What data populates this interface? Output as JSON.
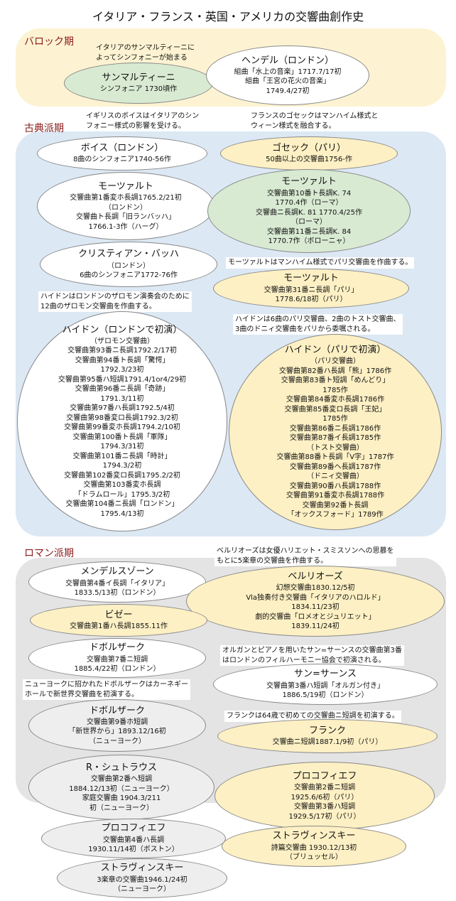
{
  "title": "イタリア・フランス・英国・アメリカの交響曲創作史",
  "eras": {
    "baroque": "バロック期",
    "classical": "古典派期",
    "romantic": "ロマン派期"
  },
  "notes": {
    "n1": [
      "イタリアのサンマルティーニに",
      "よってシンフォニーが始まる"
    ],
    "n2": [
      "イギリスのボイスはイタリアのシン",
      "フォニー様式の影響を受ける。"
    ],
    "n3": [
      "フランスのゴセックはマンハイム様式と",
      "ウィーン様式を融合する。"
    ],
    "n4": [
      "モーツァルトはマンハイム様式でパリ交響曲を作曲する。"
    ],
    "n5": [
      "ハイドンはロンドンのザロモン演奏会のために",
      "12曲のザロモン交響曲を作曲する。"
    ],
    "n6": [
      "ハイドンは6曲のパリ交響曲、2曲のトスト交響曲、",
      "3曲のドニィ交響曲をパリから委嘱される。"
    ],
    "n7": [
      "ベルリオーズは女優ハリエット・スミスソンへの思慕を",
      "もとに5楽章の交響曲を作曲する。"
    ],
    "n8": [
      "オルガンとピアノを用いたサン=サーンスの交響曲第3番",
      "はロンドンのフィルハーモニー協会で初演される。"
    ],
    "n9": [
      "ニューヨークに招かれたドボルザークはカーネギー",
      "ホールで新世界交響曲を初演する。"
    ],
    "n10": [
      "フランクは64歳で初めての交響曲ニ短調を初演する。"
    ]
  },
  "composers": {
    "sammartini": {
      "name": "サンマルティーニ",
      "lines": [
        "シンフォニア 1730頃作"
      ]
    },
    "handel": {
      "name": "ヘンデル（ロンドン）",
      "lines": [
        "組曲「水上の音楽」1717.7/17初",
        "組曲「王宮の花火の音楽」",
        "1749.4/27初"
      ]
    },
    "boyce": {
      "name": "ボイス（ロンドン）",
      "lines": [
        "8曲のシンフォニア1740-56作"
      ]
    },
    "gossec": {
      "name": "ゴセック（パリ）",
      "lines": [
        "50曲以上の交響曲1756-作"
      ]
    },
    "mozart1": {
      "name": "モーツァルト",
      "lines": [
        "交響曲第1番変ホ長調1765.2/21初",
        "（ロンドン）",
        "交響曲ト長調「旧ランバッハ」",
        "1766.1-3作（ハーグ）"
      ]
    },
    "mozart2": {
      "name": "モーツァルト",
      "lines": [
        "交響曲第10番ト長調K. 74",
        "1770.4作（ローマ）",
        "交響曲ニ長調K. 81 1770.4/25作",
        "（ローマ）",
        "交響曲第11番ニ長調K. 84",
        "1770.7作（ボローニャ）"
      ]
    },
    "jcbach": {
      "name": "クリスティアン・バッハ",
      "lines": [
        "（ロンドン）",
        "6曲のシンフォニア1772-76作"
      ]
    },
    "mozart3": {
      "name": "モーツァルト",
      "lines": [
        "交響曲第31番ニ長調「パリ」",
        "1778.6/18初（パリ）"
      ]
    },
    "haydn_london": {
      "name": "ハイドン（ロンドンで初演）",
      "lines": [
        "（ザロモン交響曲）",
        "交響曲第93番ニ長調1792.2/17初",
        "交響曲第94番ト長調「驚愕」",
        "1792.3/23初",
        "交響曲第95番ハ短調1791.4/1or4/29初",
        "交響曲第96番ニ長調「奇跡」",
        "1791.3/11初",
        "交響曲第97番ハ長調1792.5/4初",
        "交響曲第98番変ロ長調1792.3/2初",
        "交響曲第99番変ホ長調1794.2/10初",
        "交響曲第100番ト長調「軍隊」",
        "1794.3/31初",
        "交響曲第101番ニ長調「時計」",
        "1794.3/2初",
        "交響曲第102番変ロ長調1795.2/2初",
        "交響曲第103番変ホ長調",
        "「ドラムロール」1795.3/2初",
        "交響曲第104番ニ長調「ロンドン」",
        "1795.4/13初"
      ]
    },
    "haydn_paris": {
      "name": "ハイドン（パリで初演）",
      "lines": [
        "（パリ交響曲）",
        "交響曲第82番ハ長調「熊」1786作",
        "交響曲第83番ト短調「めんどり」",
        "1785作",
        "交響曲第84番変ホ長調1786作",
        "交響曲第85番変ロ長調「王妃」",
        "1785作",
        "交響曲第86番ニ長調1786作",
        "交響曲第87番イ長調1785作",
        "（トスト交響曲）",
        "交響曲第88番ト長調「V字」1787作",
        "交響曲第89番ヘ長調1787作",
        "（ドニィ交響曲）",
        "交響曲第90番ハ長調1788作",
        "交響曲第91番変ホ長調1788作",
        "交響曲第92番ト長調",
        "「オックスフォード」1789作"
      ]
    },
    "mendelssohn": {
      "name": "メンデルスゾーン",
      "lines": [
        "交響曲第4番イ長調「イタリア」",
        "1833.5/13初（ロンドン）"
      ]
    },
    "berlioz": {
      "name": "ベルリオーズ",
      "lines": [
        "幻想交響曲1830.12/5初",
        "Vla独奏付き交響曲「イタリアのハロルド」",
        "1834.11/23初",
        "劇的交響曲「ロメオとジュリエット」",
        "1839.11/24初"
      ]
    },
    "bizet": {
      "name": "ビゼー",
      "lines": [
        "交響曲第1番ハ長調1855.11作"
      ]
    },
    "dvorak1": {
      "name": "ドボルザーク",
      "lines": [
        "交響曲第7番ニ短調",
        "1885.4/22初（ロンドン）"
      ]
    },
    "saintsaens": {
      "name": "サン=サーンス",
      "lines": [
        "交響曲第3番ハ短調「オルガン付き」",
        "1886.5/19初（ロンドン）"
      ]
    },
    "dvorak2": {
      "name": "ドボルザーク",
      "lines": [
        "交響曲第9番ホ短調",
        "「新世界から」1893.12/16初",
        "（ニューヨーク）"
      ]
    },
    "franck": {
      "name": "フランク",
      "lines": [
        "交響曲ニ短調1887.1/9初（パリ）"
      ]
    },
    "rstrauss": {
      "name": "R・シュトラウス",
      "lines": [
        "交響曲第2番ヘ短調",
        "1884.12/13初（ニューヨーク）",
        "家庭交響曲 1904.3/211",
        "初（ニューヨーク）"
      ]
    },
    "prokofiev1": {
      "name": "プロコフィエフ",
      "lines": [
        "交響曲第2番ニ短調",
        "1925.6/6初（パリ）",
        "交響曲第3番ハ短調",
        "1929.5/17初（パリ）"
      ]
    },
    "prokofiev2": {
      "name": "プロコフィエフ",
      "lines": [
        "交響曲第4番ハ長調",
        "1930.11/14初（ボストン）"
      ]
    },
    "stravinsky1": {
      "name": "ストラヴィンスキー",
      "lines": [
        "詩篇交響曲 1930.12/13初",
        "（ブリュッセル）"
      ]
    },
    "stravinsky2": {
      "name": "ストラヴィンスキー",
      "lines": [
        "3楽章の交響曲1946.1/24初",
        "（ニューヨーク）"
      ]
    }
  },
  "colors": {
    "baroque_band": "#fdf3d2",
    "classical_band": "#dce8f4",
    "romantic_band": "#e4e4e4",
    "era_label": "#8b1a1a"
  }
}
